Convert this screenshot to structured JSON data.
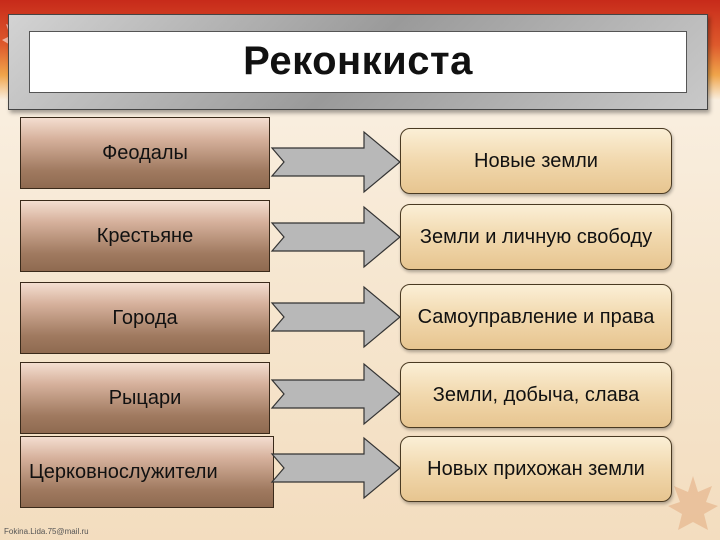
{
  "title": "Реконкиста",
  "footer": "Fokina.Lida.75@mail.ru",
  "colors": {
    "title_frame": "#a8a8a8",
    "left_box": "#b08a70",
    "right_box": "#f1d8ad",
    "arrow_fill": "#b8b8b8",
    "accent_red": "#c72a1a"
  },
  "rows": [
    {
      "group": "Феодалы",
      "goal": "Новые земли"
    },
    {
      "group": "Крестьяне",
      "goal": "Земли и личную свободу"
    },
    {
      "group": "Города",
      "goal": "Самоуправление и права"
    },
    {
      "group": "Рыцари",
      "goal": "Земли, добыча, слава"
    },
    {
      "group": "Церковнослужители",
      "goal": "Новых прихожан земли"
    }
  ]
}
